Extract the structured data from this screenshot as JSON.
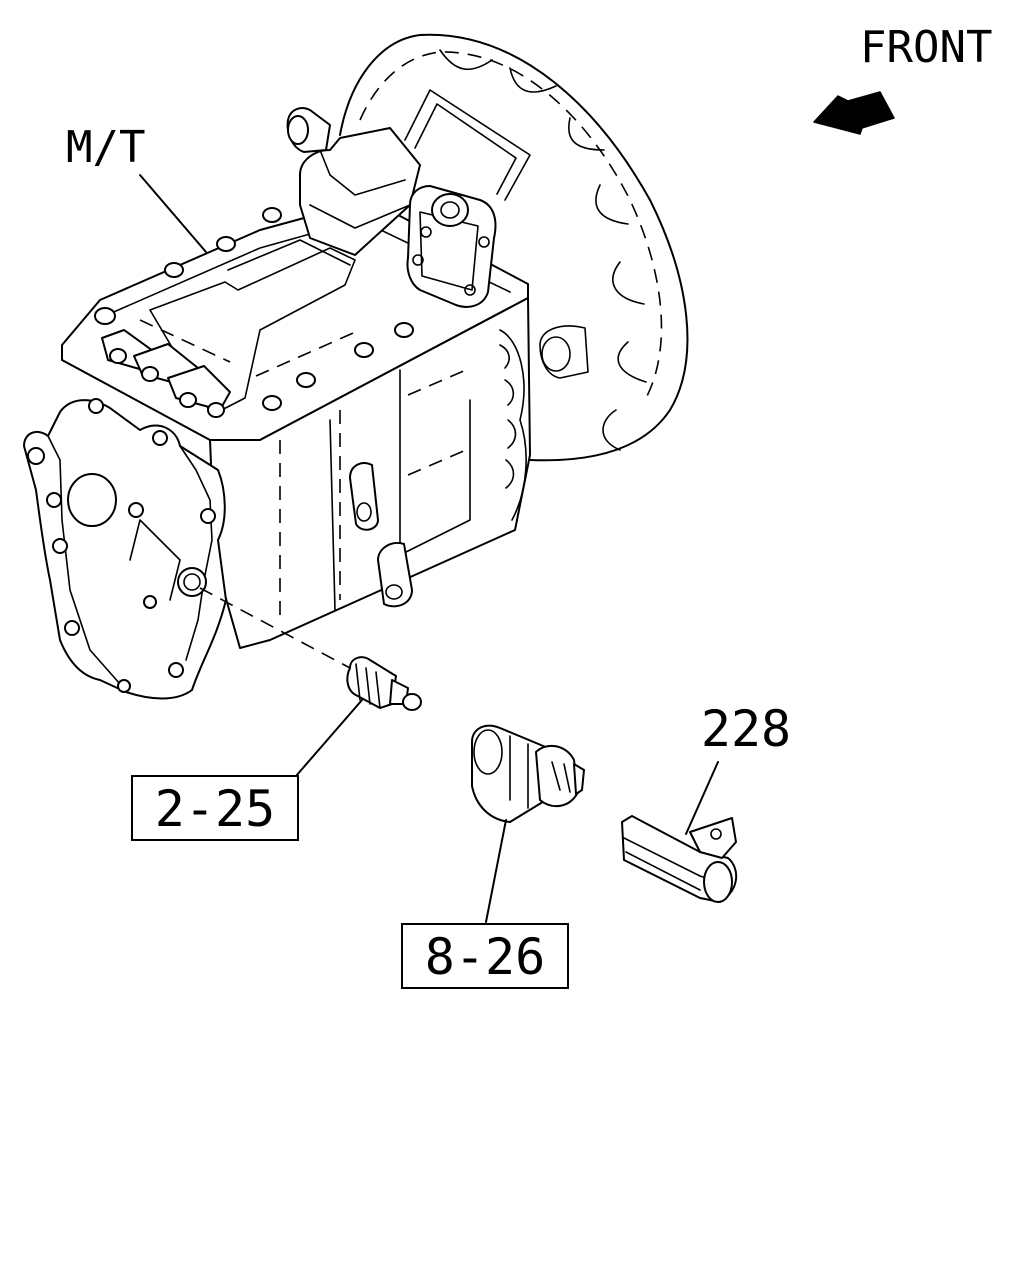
{
  "labels": {
    "front": "FRONT",
    "transmission": "M/T",
    "part_2_25": "2-25",
    "part_8_26": "8-26",
    "part_228": "228"
  }
}
